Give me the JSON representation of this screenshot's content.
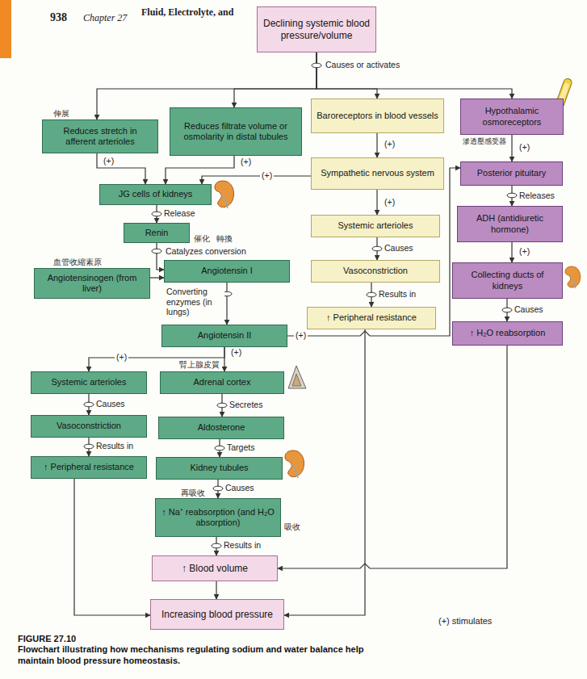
{
  "diagram": {
    "caption": "Flowchart illustrating how mechanisms regulating sodium and water balance help maintain blood pressure homeostasis.",
    "nodes": [
      {
        "text": [
          "Declining systemic blood pressure/volume"
        ]
      },
      {
        "text": [
          "Reduces stretch in afferent arterioles"
        ]
      },
      {
        "text": [
          "Reduces filtrate volume or osmolarity in distal tubules"
        ]
      },
      {
        "text": [
          "Baroreceptors in blood vessels"
        ]
      },
      {
        "text": [
          "Hypothalamic osmoreceptors"
        ]
      },
      {
        "text": [
          "JG cells of kidneys"
        ]
      },
      {
        "text": [
          "Sympathetic nervous system"
        ]
      },
      {
        "text": [
          "Posterior pituitary"
        ]
      },
      {
        "text": [
          "Renin"
        ]
      },
      {
        "text": [
          "Systemic arterioles"
        ]
      },
      {
        "text": [
          "ADH (antidiuretic hormone)"
        ]
      },
      {
        "text": [
          "Angiotensinogen (from liver)"
        ]
      },
      {
        "text": [
          "Angiotensin I"
        ]
      },
      {
        "text": [
          "Vasoconstriction"
        ]
      },
      {
        "text": [
          "Collecting ducts of kidneys"
        ]
      },
      {
        "text": [
          "↑ Peripheral resistance"
        ]
      },
      {
        "text": [
          "Angiotensin II"
        ]
      },
      {
        "text": [
          "↑ H₂O reabsorption"
        ]
      },
      {
        "text": [
          "Systemic arterioles"
        ]
      },
      {
        "text": [
          "Adrenal cortex"
        ]
      },
      {
        "text": [
          "Vasoconstriction"
        ]
      },
      {
        "text": [
          "Aldosterone"
        ]
      },
      {
        "text": [
          "↑ Peripheral resistance"
        ]
      },
      {
        "text": [
          "Kidney tubules"
        ]
      },
      {
        "text": [
          "↑ Na⁺ reabsorption (and H₂O absorption)"
        ]
      },
      {
        "text": [
          "↑ Blood volume"
        ]
      },
      {
        "text": [
          "Increasing blood pressure"
        ]
      }
    ],
    "edges": [
      {
        "from": 0,
        "to": 1,
        "arrow": "to",
        "label": "Causes or activates"
      },
      {
        "from": 0,
        "to": 2,
        "arrow": "to"
      },
      {
        "from": 0,
        "to": 3,
        "arrow": "to"
      },
      {
        "from": 0,
        "to": 4,
        "arrow": "to"
      },
      {
        "from": 1,
        "to": 5,
        "arrow": "to",
        "label": "(+)"
      },
      {
        "from": 2,
        "to": 5,
        "arrow": "to",
        "label": "(+)"
      },
      {
        "from": 3,
        "to": 6,
        "arrow": "to",
        "label": "(+)"
      },
      {
        "from": 6,
        "to": 5,
        "arrow": "to",
        "label": "(+)"
      },
      {
        "from": 4,
        "to": 7,
        "arrow": "to",
        "label": "(+)"
      },
      {
        "from": 5,
        "to": 8,
        "arrow": "to",
        "label": "Release"
      },
      {
        "from": 8,
        "to": 12,
        "arrow": "to",
        "label": "Catalyzes conversion"
      },
      {
        "from": 11,
        "to": 12,
        "arrow": "to"
      },
      {
        "from": 12,
        "to": 16,
        "arrow": "to",
        "label": "Converting enzymes (in lungs)"
      },
      {
        "from": 6,
        "to": 9,
        "arrow": "to",
        "label": "(+)"
      },
      {
        "from": 9,
        "to": 13,
        "arrow": "to",
        "label": "Causes"
      },
      {
        "from": 13,
        "to": 15,
        "arrow": "to",
        "label": "Results in"
      },
      {
        "from": 7,
        "to": 10,
        "arrow": "to",
        "label": "Releases"
      },
      {
        "from": 10,
        "to": 14,
        "arrow": "to",
        "label": "(+)"
      },
      {
        "from": 14,
        "to": 17,
        "arrow": "to",
        "label": "Causes"
      },
      {
        "from": 16,
        "to": 7,
        "arrow": "to",
        "label": "(+)"
      },
      {
        "from": 16,
        "to": 18,
        "arrow": "to",
        "label": "(+)"
      },
      {
        "from": 16,
        "to": 19,
        "arrow": "to",
        "label": "(+)"
      },
      {
        "from": 18,
        "to": 20,
        "arrow": "to",
        "label": "Causes"
      },
      {
        "from": 20,
        "to": 22,
        "arrow": "to",
        "label": "Results in"
      },
      {
        "from": 19,
        "to": 21,
        "arrow": "to",
        "label": "Secretes"
      },
      {
        "from": 21,
        "to": 23,
        "arrow": "to",
        "label": "Targets"
      },
      {
        "from": 23,
        "to": 24,
        "arrow": "to",
        "label": "Causes"
      },
      {
        "from": 24,
        "to": 25,
        "arrow": "to",
        "label": "Results in"
      },
      {
        "from": 22,
        "to": 26,
        "arrow": "to"
      },
      {
        "from": 25,
        "to": 26,
        "arrow": "to"
      },
      {
        "from": 15,
        "to": 26,
        "arrow": "to"
      },
      {
        "from": 17,
        "to": 25,
        "arrow": "to"
      }
    ],
    "labels": [
      "938",
      "Chapter 27",
      "Fluid, Electrolyte, and",
      "伸展",
      "滲透壓感受器",
      "催化",
      "轉換",
      "血管收縮素原",
      "腎上腺皮質",
      "再吸收",
      "吸收",
      "FIGURE 27.10",
      "(+) stimulates"
    ]
  }
}
